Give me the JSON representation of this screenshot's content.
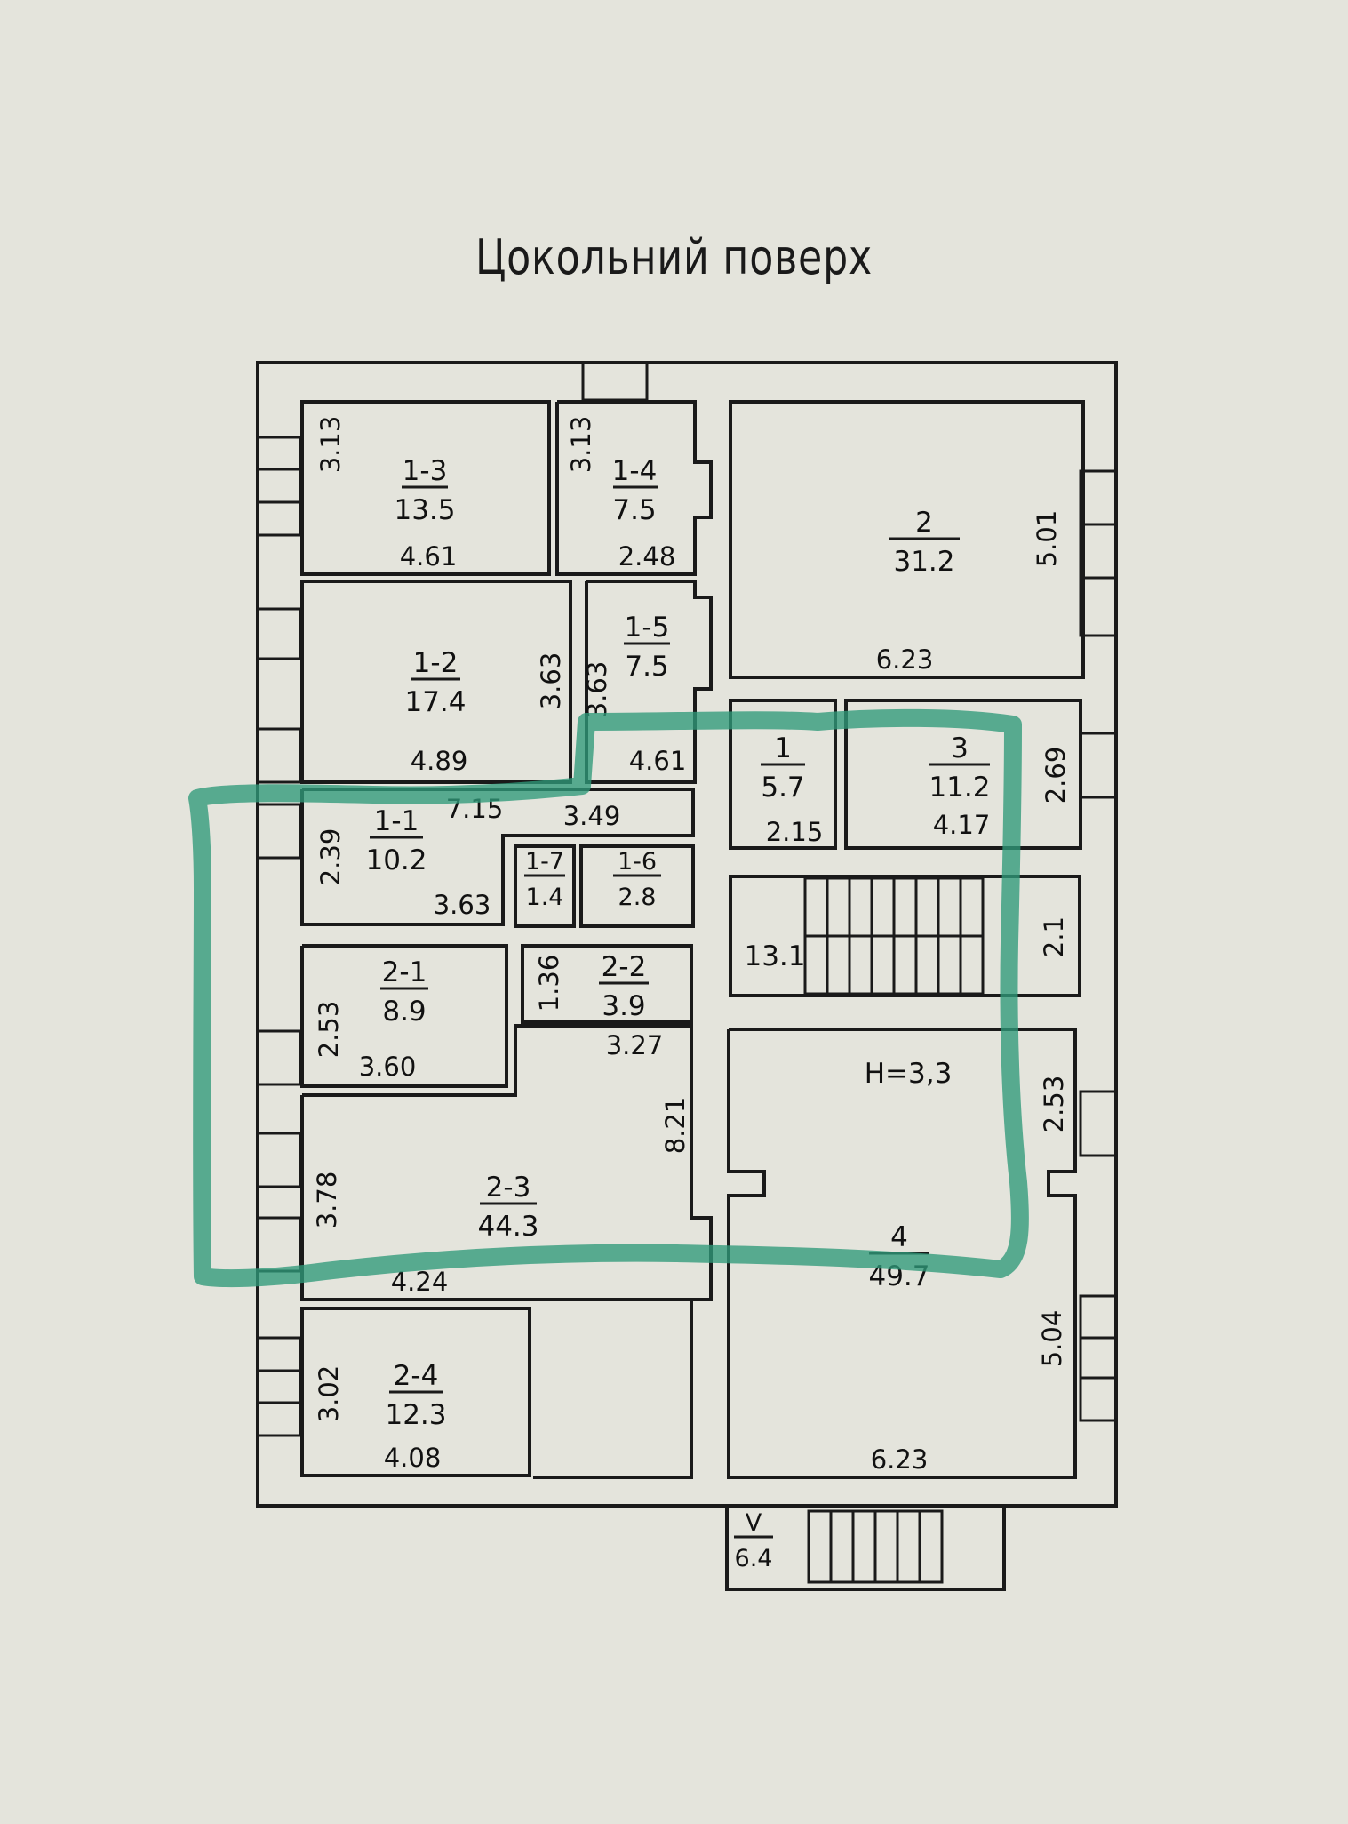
{
  "title": "Цокольний поверх",
  "rooms": [
    {
      "id": "1-3",
      "area": "13.5"
    },
    {
      "id": "1-4",
      "area": "7.5"
    },
    {
      "id": "2",
      "area": "31.2"
    },
    {
      "id": "1-2",
      "area": "17.4"
    },
    {
      "id": "1-5",
      "area": "7.5"
    },
    {
      "id": "1",
      "area": "5.7"
    },
    {
      "id": "3",
      "area": "11.2"
    },
    {
      "id": "1-1",
      "area": "10.2"
    },
    {
      "id": "1-7",
      "area": "1.4"
    },
    {
      "id": "1-6",
      "area": "2.8"
    },
    {
      "id": "2-1",
      "area": "8.9"
    },
    {
      "id": "2-2",
      "area": "3.9"
    },
    {
      "id": "2-3",
      "area": "44.3"
    },
    {
      "id": "4",
      "area": "49.7"
    },
    {
      "id": "2-4",
      "area": "12.3"
    },
    {
      "id": "V",
      "area": "6.4"
    }
  ],
  "stair_area": "13.1",
  "ceiling_height": "H=3,3",
  "dimensions": {
    "d1_3_h": "3.13",
    "d1_3_w": "4.61",
    "d1_4_h": "3.13",
    "d1_4_w": "2.48",
    "d2_h": "5.01",
    "d2_w": "6.23",
    "d1_2_h": "3.63",
    "d1_2_w": "4.89",
    "d1_5_h": "3.63",
    "d1_5_w": "4.61",
    "d1_1_top": "7.15",
    "d1_1_mid": "3.49",
    "d1_1_h": "2.39",
    "d1_1_w": "3.63",
    "d1_w": "2.15",
    "d3_h": "2.69",
    "d3_w": "4.17",
    "dstair_h": "2.1",
    "d2_1_h": "2.53",
    "d2_1_w": "3.60",
    "d2_2_h": "1.36",
    "d2_2_w": "3.27",
    "d2_3_h1": "8.21",
    "d2_3_h2": "3.78",
    "d2_3_w": "4.24",
    "d4_h1": "2.53",
    "d4_h2": "5.04",
    "d4_w": "6.23",
    "d2_4_h": "3.02",
    "d2_4_w": "4.08"
  },
  "colors": {
    "route": "#2f9a7a",
    "paper": "#e4e4dc",
    "ink": "#1a1a1a"
  }
}
